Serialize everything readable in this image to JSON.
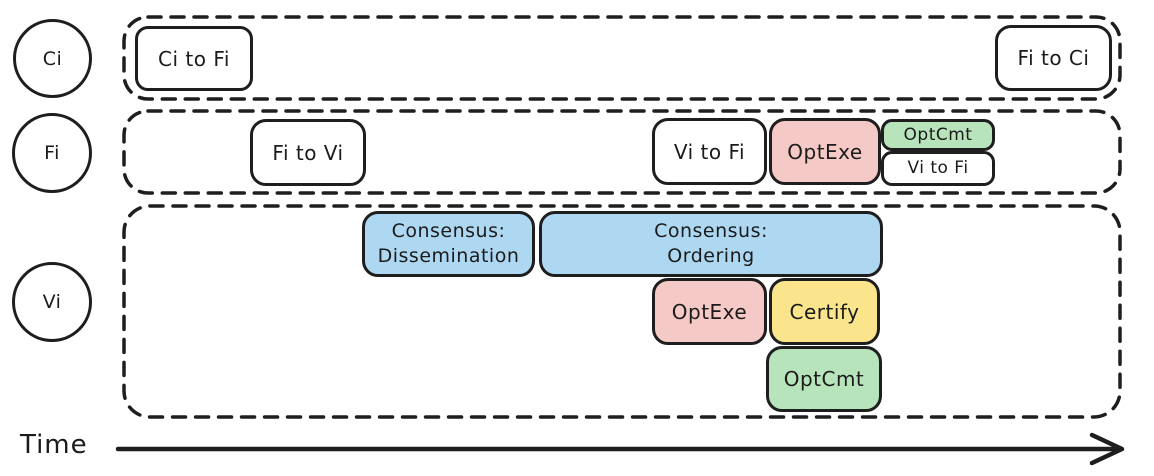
{
  "colors": {
    "stroke": "#1e1e1e",
    "white": "#ffffff",
    "blue": "#aed8f2",
    "pink": "#f5c9c5",
    "green": "#b7e4bb",
    "yellow": "#fae48c"
  },
  "actors": [
    {
      "id": "ci",
      "label": "Ci"
    },
    {
      "id": "fi",
      "label": "Fi"
    },
    {
      "id": "vi",
      "label": "Vi"
    }
  ],
  "lanes": {
    "ci": {
      "ci_to_fi": "Ci to Fi",
      "fi_to_ci": "Fi to Ci"
    },
    "fi": {
      "fi_to_vi": "Fi to Vi",
      "vi_to_fi_1": "Vi to Fi",
      "opt_exe": "OptExe",
      "opt_cmt": "OptCmt",
      "vi_to_fi_2": "Vi to Fi"
    },
    "vi": {
      "consensus_dissemination": {
        "line1": "Consensus:",
        "line2": "Dissemination"
      },
      "consensus_ordering": {
        "line1": "Consensus:",
        "line2": "Ordering"
      },
      "opt_exe": "OptExe",
      "certify": "Certify",
      "opt_cmt": "OptCmt"
    }
  },
  "time_label": "Time"
}
